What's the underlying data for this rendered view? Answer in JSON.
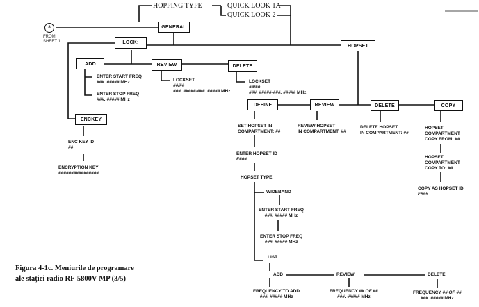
{
  "top_labels": {
    "hopping_type": "HOPPING TYPE",
    "quick_look_1a": "QUICK LOOK 1A",
    "quick_look_2": "QUICK LOOK 2"
  },
  "connector": {
    "symbol": "8",
    "from_line1": "FROM",
    "from_line2": "SHEET 1"
  },
  "boxes": {
    "general": "GENERAL",
    "lock": "LOCK:",
    "hopset": "HOPSET",
    "lock_add": "ADD",
    "lock_review": "REVIEW",
    "lock_delete": "DELETE",
    "enckey": "ENCKEY",
    "define": "DEFINE",
    "hop_review": "REVIEW",
    "hop_delete": "DELETE",
    "copy": "COPY"
  },
  "lock_add_items": [
    {
      "title": "ENTER START FREQ",
      "value": "###. #####",
      "unit": "MHz"
    },
    {
      "title": "ENTER STOP FREQ",
      "value": "###. #####",
      "unit": "MHz"
    }
  ],
  "lock_review_item": {
    "title": "LOCKSET",
    "line2": "##/##",
    "value": "###. #####-###. #####",
    "unit": "MHz"
  },
  "lock_delete_item": {
    "title": "LOCKSET",
    "line2": "##/##",
    "value": "###. #####-###. #####",
    "unit": "MHz"
  },
  "enckey_items": [
    {
      "title": "ENC KEY ID",
      "value": "##"
    },
    {
      "title": "ENCRYPTION KEY",
      "value": "################"
    }
  ],
  "define_items": {
    "set_hopset_1": "SET HOPSET IN",
    "set_hopset_2": "COMPARTMENT:",
    "set_hopset_v": "##",
    "enter_id": "ENTER HOPSET ID",
    "enter_id_v": "F###",
    "hopset_type": "HOPSET TYPE",
    "wideband": "WIDEBAND",
    "start_freq": "ENTER START FREQ",
    "start_freq_v": "###. #####",
    "stop_freq": "ENTER STOP FREQ",
    "stop_freq_v": "###. #####",
    "unit": "MHz",
    "list": "LIST",
    "add": "ADD",
    "review": "REVIEW",
    "delete": "DELETE",
    "freq_to_add": "FREQUENCY TO ADD",
    "freq_of": "FREQUENCY",
    "freq_of_v": "## OF ##",
    "freq_v": "###. #####"
  },
  "hop_review_item": {
    "line1": "REVIEW HOPSET",
    "line2": "IN COMPARTMENT:",
    "value": "##"
  },
  "hop_delete_item": {
    "line1": "DELETE HOPSET",
    "line2": "IN COMPARTMENT:",
    "value": "##"
  },
  "copy_items": {
    "from_1": "HOPSET",
    "from_2": "COMPARTMENT",
    "from_3": "COPY FROM:",
    "from_v": "##",
    "to_1": "HOPSET",
    "to_2": "COMPARTMENT",
    "to_3": "COPY TO:",
    "to_v": "##",
    "as_id": "COPY AS HOPSET ID",
    "as_id_v": "F###"
  },
  "caption": {
    "line1": "Figura 4-1c. Meniurile de programare",
    "line2": "ale stației radio RF-5800V-MP (3/5)"
  }
}
